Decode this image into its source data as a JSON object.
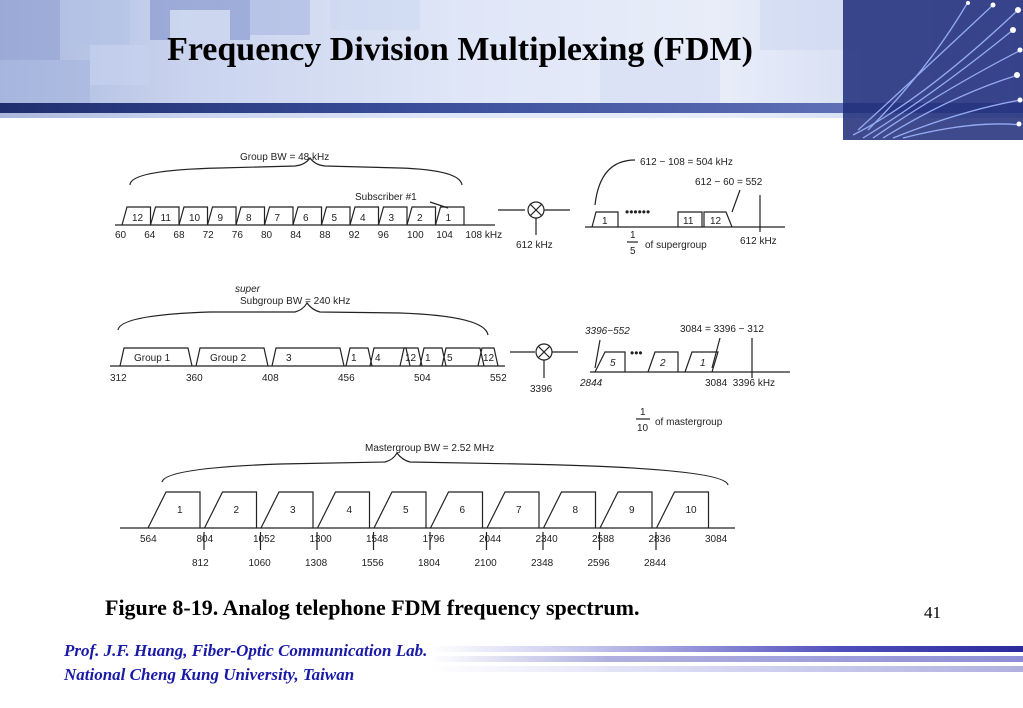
{
  "slide": {
    "title": "Frequency Division Multiplexing (FDM)",
    "caption": "Figure 8-19. Analog telephone FDM frequency spectrum.",
    "page_number": "41",
    "footer_line1": "Prof. J.F. Huang, Fiber-Optic Communication Lab.",
    "footer_line2": "National Cheng Kung University, Taiwan"
  },
  "figure": {
    "group": {
      "bw_label": "Group BW = 48 kHz",
      "subscriber_label": "Subscriber #1",
      "channels": [
        "12",
        "11",
        "10",
        "9",
        "8",
        "7",
        "6",
        "5",
        "4",
        "3",
        "2",
        "1"
      ],
      "ticks": [
        "60",
        "64",
        "68",
        "72",
        "76",
        "80",
        "84",
        "88",
        "92",
        "96",
        "100",
        "104",
        "108 kHz"
      ],
      "carrier": "612 kHz",
      "result_top": "612 − 108 = 504 kHz",
      "result_mid": "612 − 60 = 552",
      "result_channels": [
        "1",
        "11",
        "12"
      ],
      "dots": "••••••",
      "fraction_num": "1",
      "fraction_den": "5",
      "fraction_text": "of supergroup",
      "result_freq": "612 kHz"
    },
    "supergroup": {
      "hand_note": "super",
      "bw_label": "Subgroup BW = 240 kHz",
      "blocks": [
        "Group 1",
        "Group 2",
        "3",
        "1",
        "4",
        "12",
        "1",
        "5",
        "12"
      ],
      "ticks": [
        "312",
        "360",
        "408",
        "456",
        "504",
        "552"
      ],
      "carrier": "3396",
      "hand_top": "3396−552",
      "result_top": "3084 = 3396 − 312",
      "result_blocks": [
        "5",
        "2",
        "1"
      ],
      "hand_bottom": "2844",
      "result_freqs": "3084  3396 kHz",
      "fraction_num": "1",
      "fraction_den": "10",
      "fraction_text": "of mastergroup"
    },
    "mastergroup": {
      "bw_label": "Mastergroup BW = 2.52 MHz",
      "blocks": [
        "1",
        "2",
        "3",
        "4",
        "5",
        "6",
        "7",
        "8",
        "9",
        "10"
      ],
      "top_ticks": [
        "564",
        "804",
        "1052",
        "1300",
        "1548",
        "1796",
        "2044",
        "2340",
        "2588",
        "2836",
        "3084"
      ],
      "bottom_ticks": [
        "812",
        "1060",
        "1308",
        "1556",
        "1804",
        "2100",
        "2348",
        "2596",
        "2844"
      ]
    }
  },
  "colors": {
    "title": "#000000",
    "footer_text": "#1a1aa8",
    "header_rule": "#1f2e6e",
    "footer_bar_dark": "#2a2a9a",
    "footer_bar_light": "#b0b0e0"
  }
}
